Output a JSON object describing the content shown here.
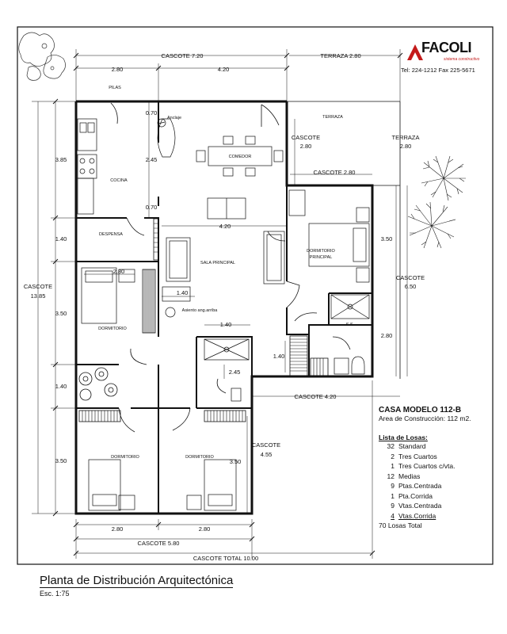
{
  "company": {
    "name": "FACOLI",
    "tagline": "sistema constructivo",
    "phones": "Tel: 224-1212   Fax 225-5671",
    "logo_color": "#c41a1a"
  },
  "dimensions": {
    "cascote_top": "CASCOTE 7.20",
    "terraza_top": "TERRAZA 2.80",
    "top_left": "2.80",
    "top_mid": "4.20",
    "left_total_title": "CASCOTE",
    "left_total_value": "13.85",
    "left_385": "3.85",
    "left_140a": "1.40",
    "left_350a": "3.50",
    "left_140b": "1.40",
    "left_350b": "3.50",
    "d070a": "0.70",
    "d245": "2.45",
    "d070b": "0.70",
    "d420_mid": "4.20",
    "d280_dorm": "2.80",
    "d140_pasillo": "1.40",
    "d140_bano": "1.40",
    "d245_bano": "2.45",
    "d140_right": "1.40",
    "cascote_mid_title": "CASCOTE",
    "cascote_mid_value": "2.80",
    "cascote_280": "CASCOTE 2.80",
    "terraza_right_title": "TERRAZA",
    "terraza_right_value": "2.80",
    "right_350": "3.50",
    "right_cascote_title": "CASCOTE",
    "right_cascote_value": "6.50",
    "right_280": "2.80",
    "cascote_420": "CASCOTE 4.20",
    "cascote_455_title": "CASCOTE",
    "cascote_455_value": "4.55",
    "d350_dorm_right": "3.50",
    "bottom_280a": "2.80",
    "bottom_280b": "2.80",
    "cascote_580": "CASCOTE 5.80",
    "cascote_total": "CASCOTE  TOTAL 10.00"
  },
  "rooms": {
    "pilas": "PILAS",
    "terraza": "TERRAZA",
    "anclaje": "Anclaje",
    "comedor": "COMEDOR",
    "cocina": "COCINA",
    "despensa": "DESPENSA",
    "sala": "SALA PRINCIPAL",
    "dormitorio_principal_1": "DORMITORIO",
    "dormitorio_principal_2": "PRINCIPAL",
    "dormitorio_a": "DORMITORIO",
    "asiento": "Asiento ang.arriba",
    "ss": "S.S.",
    "dormitorio_b": "DORMITORIO",
    "dormitorio_c": "DORMITORIO"
  },
  "model": {
    "title": "CASA MODELO 112-B",
    "area": "Area de Construcción: 112 m2.",
    "losas_title": "Lista de Losas:",
    "losas": [
      {
        "qty": "32",
        "name": "Standard"
      },
      {
        "qty": "2",
        "name": "Tres Cuartos"
      },
      {
        "qty": "1",
        "name": "Tres Cuartos c/vta."
      },
      {
        "qty": "12",
        "name": "Medias"
      },
      {
        "qty": "9",
        "name": "Ptas.Centrada"
      },
      {
        "qty": "1",
        "name": "Pta.Corrida"
      },
      {
        "qty": "9",
        "name": "Vtas.Centrada"
      },
      {
        "qty": "4",
        "name": "Vtas.Corrida"
      }
    ],
    "total": "70 Losas Total"
  },
  "footer": {
    "title": "Planta de Distribución Arquitectónica",
    "scale": "Esc. 1:75"
  }
}
